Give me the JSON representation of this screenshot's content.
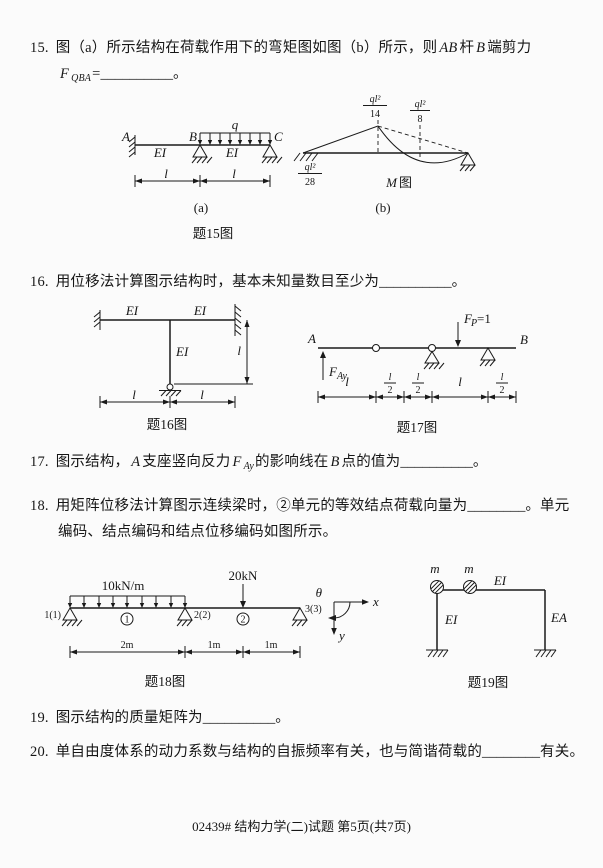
{
  "questions": {
    "q15": {
      "no": "15.",
      "t1": "图（a）所示结构在荷载作用下的弯矩图如图（b）所示，则",
      "m1": "AB",
      "t2": "杆",
      "m2": "B",
      "t3": "端剪力",
      "f": "F",
      "fsub": "QBA",
      "eq": "=",
      "blank": "__________",
      "end": "。"
    },
    "q16": {
      "no": "16.",
      "t1": "用位移法计算图示结构时，基本未知量数目至少为",
      "blank": "__________",
      "end": "。"
    },
    "q17": {
      "no": "17.",
      "t1": "图示结构，",
      "m1": "A",
      "t2": "支座竖向反力",
      "f": "F",
      "fsub": "Ay",
      "t3": "的影响线在",
      "m2": "B",
      "t4": "点的值为",
      "blank": "__________",
      "end": "。"
    },
    "q18": {
      "no": "18.",
      "t1": "用矩阵位移法计算图示连续梁时，②单元的等效结点荷载向量为",
      "blank": "________",
      "t2": "。单元",
      "line2": "编码、结点编码和结点位移编码如图所示。"
    },
    "q19": {
      "no": "19.",
      "t1": "图示结构的质量矩阵为",
      "blank": "__________",
      "end": "。"
    },
    "q20": {
      "no": "20.",
      "t1": "单自由度体系的动力系数与结构的自振频率有关，也与简谐荷载的",
      "blank": "________",
      "t2": "有关。"
    }
  },
  "fig15": {
    "caption": "题15图",
    "a": {
      "label": "(a)",
      "q": "q",
      "A": "A",
      "B": "B",
      "C": "C",
      "EI1": "EI",
      "EI2": "EI",
      "l1": "l",
      "l2": "l"
    },
    "b": {
      "label": "(b)",
      "f14n": "ql²",
      "f14d": "14",
      "f8n": "ql²",
      "f8d": "8",
      "f28n": "ql²",
      "f28d": "28",
      "M": "M",
      "Mtu": "图"
    }
  },
  "fig16": {
    "caption": "题16图",
    "EI1": "EI",
    "EI2": "EI",
    "EI3": "EI",
    "l1": "l",
    "l2": "l",
    "lv": "l"
  },
  "fig17": {
    "caption": "题17图",
    "A": "A",
    "B": "B",
    "F": "F",
    "Fsub": "Ay",
    "FP": "F",
    "FPsub": "P",
    "FPval": "=1",
    "l1": "l",
    "l2": "l",
    "fn": "l",
    "fd": "2"
  },
  "fig18": {
    "caption": "题18图",
    "load": "10kN/m",
    "pload": "20kN",
    "n1": "1(1)",
    "n2": "2(2)",
    "n3": "3(3)",
    "e1": "1",
    "e2": "2",
    "theta": "θ",
    "ax": "x",
    "ay": "y",
    "d1": "2m",
    "d2": "1m",
    "d3": "1m"
  },
  "fig19": {
    "caption": "题19图",
    "m1": "m",
    "m2": "m",
    "EIb": "EI",
    "EIc": "EI",
    "EA": "EA"
  },
  "footer": "02439# 结构力学(二)试题 第5页(共7页)"
}
